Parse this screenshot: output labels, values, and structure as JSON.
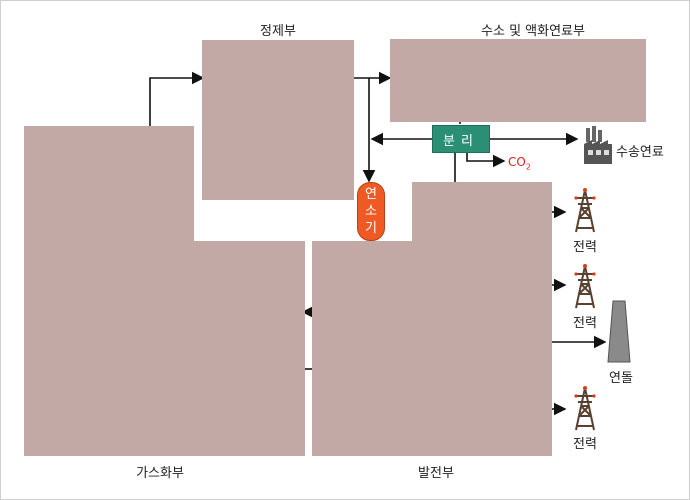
{
  "labels": {
    "purification": "정제부",
    "hydrogen_liquid_fuel": "수소 및 액화연료부",
    "gasification": "가스화부",
    "power_generation": "발전부",
    "separation": "분리",
    "combustor": [
      "연",
      "소",
      "기"
    ],
    "co2_main": "CO",
    "co2_sub": "2",
    "transport_fuel": "수송연료",
    "power_1": "전력",
    "power_2": "전력",
    "power_3": "전력",
    "stack": "연돌"
  },
  "colors": {
    "block": "#c2a9a6",
    "separation": "#2a8f74",
    "combustor": "#ef5a24",
    "co2_text": "#dd2222"
  },
  "icons": [
    "factory-icon",
    "power-tower-icon",
    "chimney-icon"
  ]
}
